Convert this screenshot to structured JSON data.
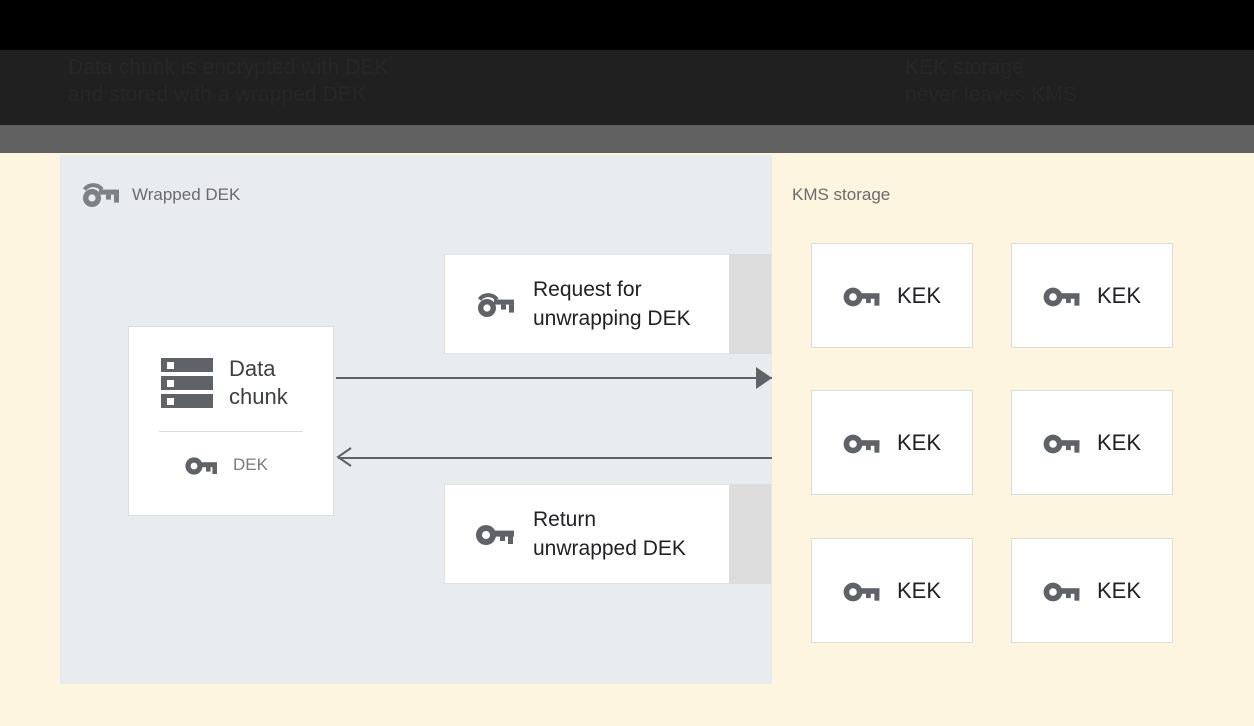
{
  "header": {
    "left_caption": "Data chunk is encrypted with DEK\nand stored with a wrapped DEK",
    "right_caption": "KEK storage\nnever leaves KMS"
  },
  "left_panel": {
    "label": "Wrapped DEK",
    "label_icon": "wrapped-key-icon",
    "data_card": {
      "icon": "storage-stack-icon",
      "title": "Data\nchunk",
      "key_icon": "key-icon",
      "key_label": "DEK"
    },
    "messages": [
      {
        "icon": "wrapped-key-icon",
        "text": "Request for\nunwrapping DEK",
        "direction": "right"
      },
      {
        "icon": "key-icon",
        "text": "Return\nunwrapped DEK",
        "direction": "left"
      }
    ],
    "arrows": [
      {
        "name": "request-arrow",
        "direction": "right"
      },
      {
        "name": "return-arrow",
        "direction": "left"
      }
    ]
  },
  "right_panel": {
    "label": "KMS storage",
    "kek_cards": [
      {
        "icon": "key-icon",
        "label": "KEK"
      },
      {
        "icon": "key-icon",
        "label": "KEK"
      },
      {
        "icon": "key-icon",
        "label": "KEK"
      },
      {
        "icon": "key-icon",
        "label": "KEK"
      },
      {
        "icon": "key-icon",
        "label": "KEK"
      },
      {
        "icon": "key-icon",
        "label": "KEK"
      }
    ]
  },
  "colors": {
    "page_background": "#fdf5e0",
    "left_panel_background": "#e8ecef",
    "card_background": "#ffffff",
    "card_shade": "#dddddd",
    "icon_gray": "#5f6368",
    "text_primary": "#202124",
    "text_muted": "#6b6b6b",
    "band_black": "#000000",
    "band_dark": "#202020",
    "band_gray": "#606060"
  }
}
